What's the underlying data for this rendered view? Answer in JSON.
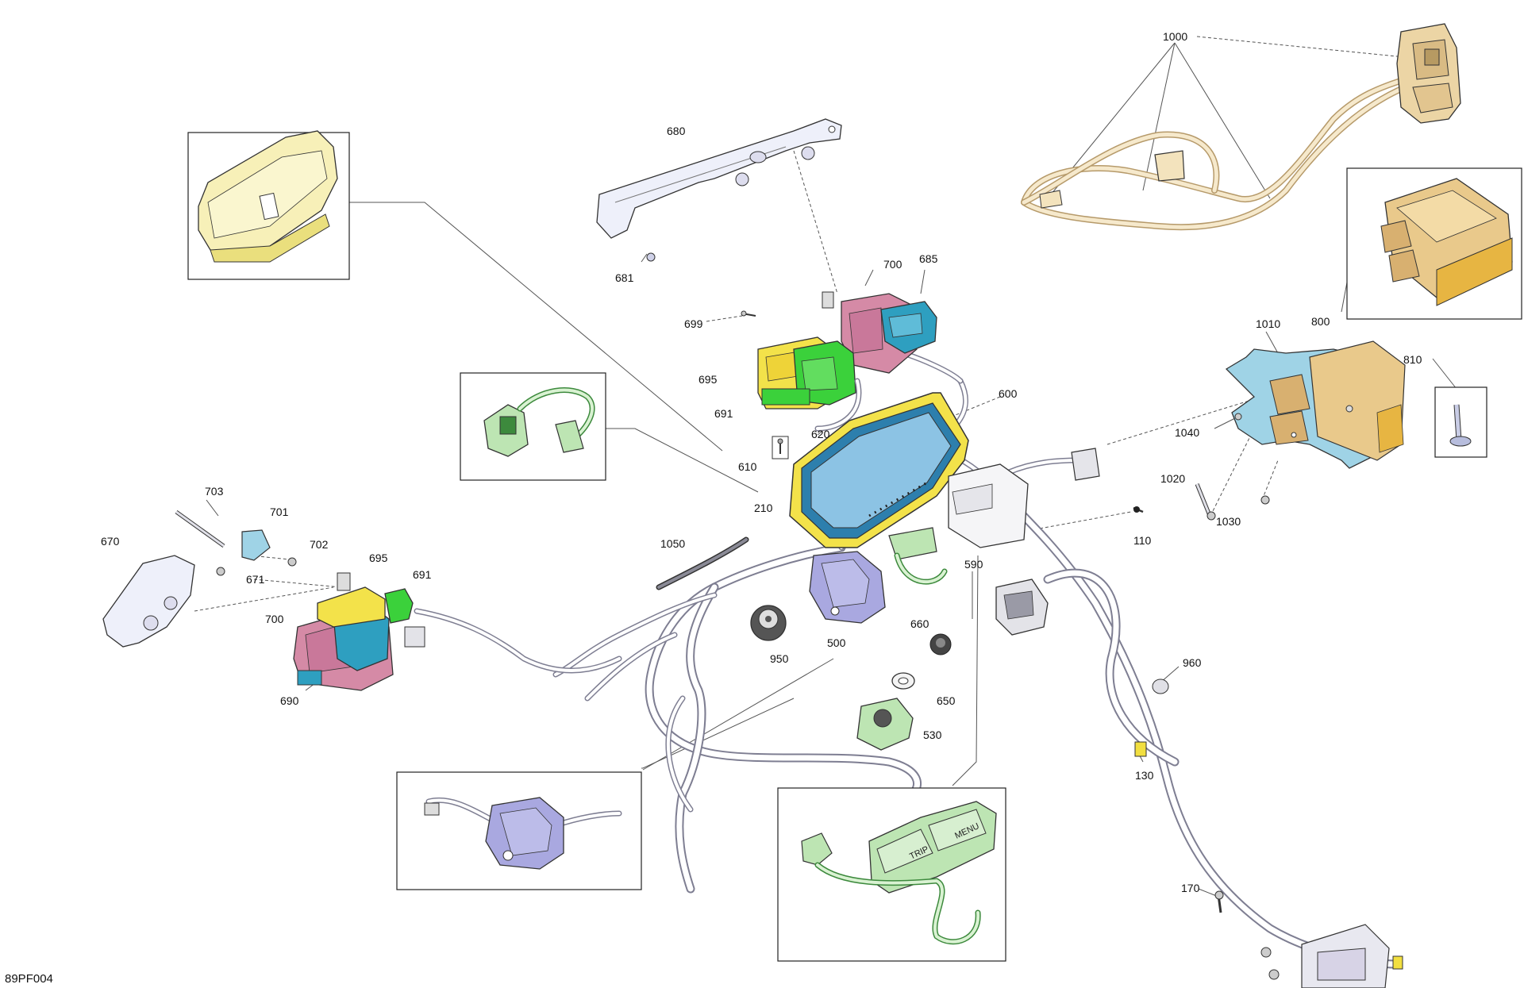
{
  "figure_id": "89PF004",
  "callouts": {
    "c1000": "1000",
    "c680": "680",
    "c681": "681",
    "c700a": "700",
    "c685": "685",
    "c699": "699",
    "c695a": "695",
    "c691a": "691",
    "c620": "620",
    "c600": "600",
    "c610": "610",
    "c210": "210",
    "c800": "800",
    "c1010": "1010",
    "c810": "810",
    "c1040": "1040",
    "c1020": "1020",
    "c1030": "1030",
    "c110": "110",
    "c590": "590",
    "c1050": "1050",
    "c703": "703",
    "c701": "701",
    "c702": "702",
    "c670": "670",
    "c671": "671",
    "c695b": "695",
    "c691b": "691",
    "c700b": "700",
    "c690": "690",
    "c950": "950",
    "c500": "500",
    "c660": "660",
    "c650": "650",
    "c530": "530",
    "c960": "960",
    "c130": "130",
    "c170": "170"
  },
  "insets": {
    "switch_label_trip": "TRIP",
    "switch_label_menu": "MENU"
  },
  "colors": {
    "yellow_part": "#f3e24a",
    "green_part": "#3bd13b",
    "pink_part": "#d58aa6",
    "teal_part": "#2e9fc0",
    "blue_display": "#6fb4d8",
    "lavender_part": "#a9a8e0",
    "light_green_part": "#bde5b3",
    "tan_part": "#e9c98b",
    "cream_part": "#f7f0b8",
    "bracket_blue": "#9fd3e6"
  }
}
